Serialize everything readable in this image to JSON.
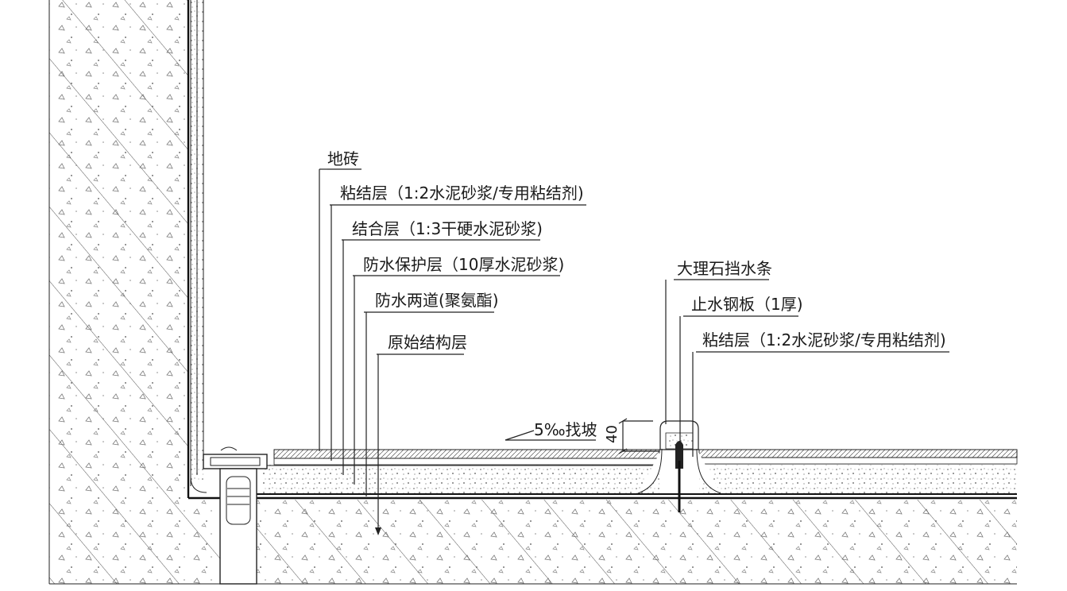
{
  "labels": {
    "floor_tile": "地砖",
    "bond_layer": "粘结层（1:2水泥砂浆/专用粘结剂)",
    "bedding_layer": "结合层（1:3干硬水泥砂浆)",
    "wp_protect": "防水保护层（10厚水泥砂浆)",
    "wp_coating": "防水两道(聚氨酯)",
    "structure": "原始结构层",
    "marble_bar": "大理石挡水条",
    "steel_plate": "止水钢板（1厚)",
    "bond_layer_right": "粘结层（1:2水泥砂浆/专用粘结剂)",
    "slope": "5‰找坡",
    "dim_40": "40"
  },
  "colors": {
    "line": "#222222",
    "background": "#ffffff"
  }
}
